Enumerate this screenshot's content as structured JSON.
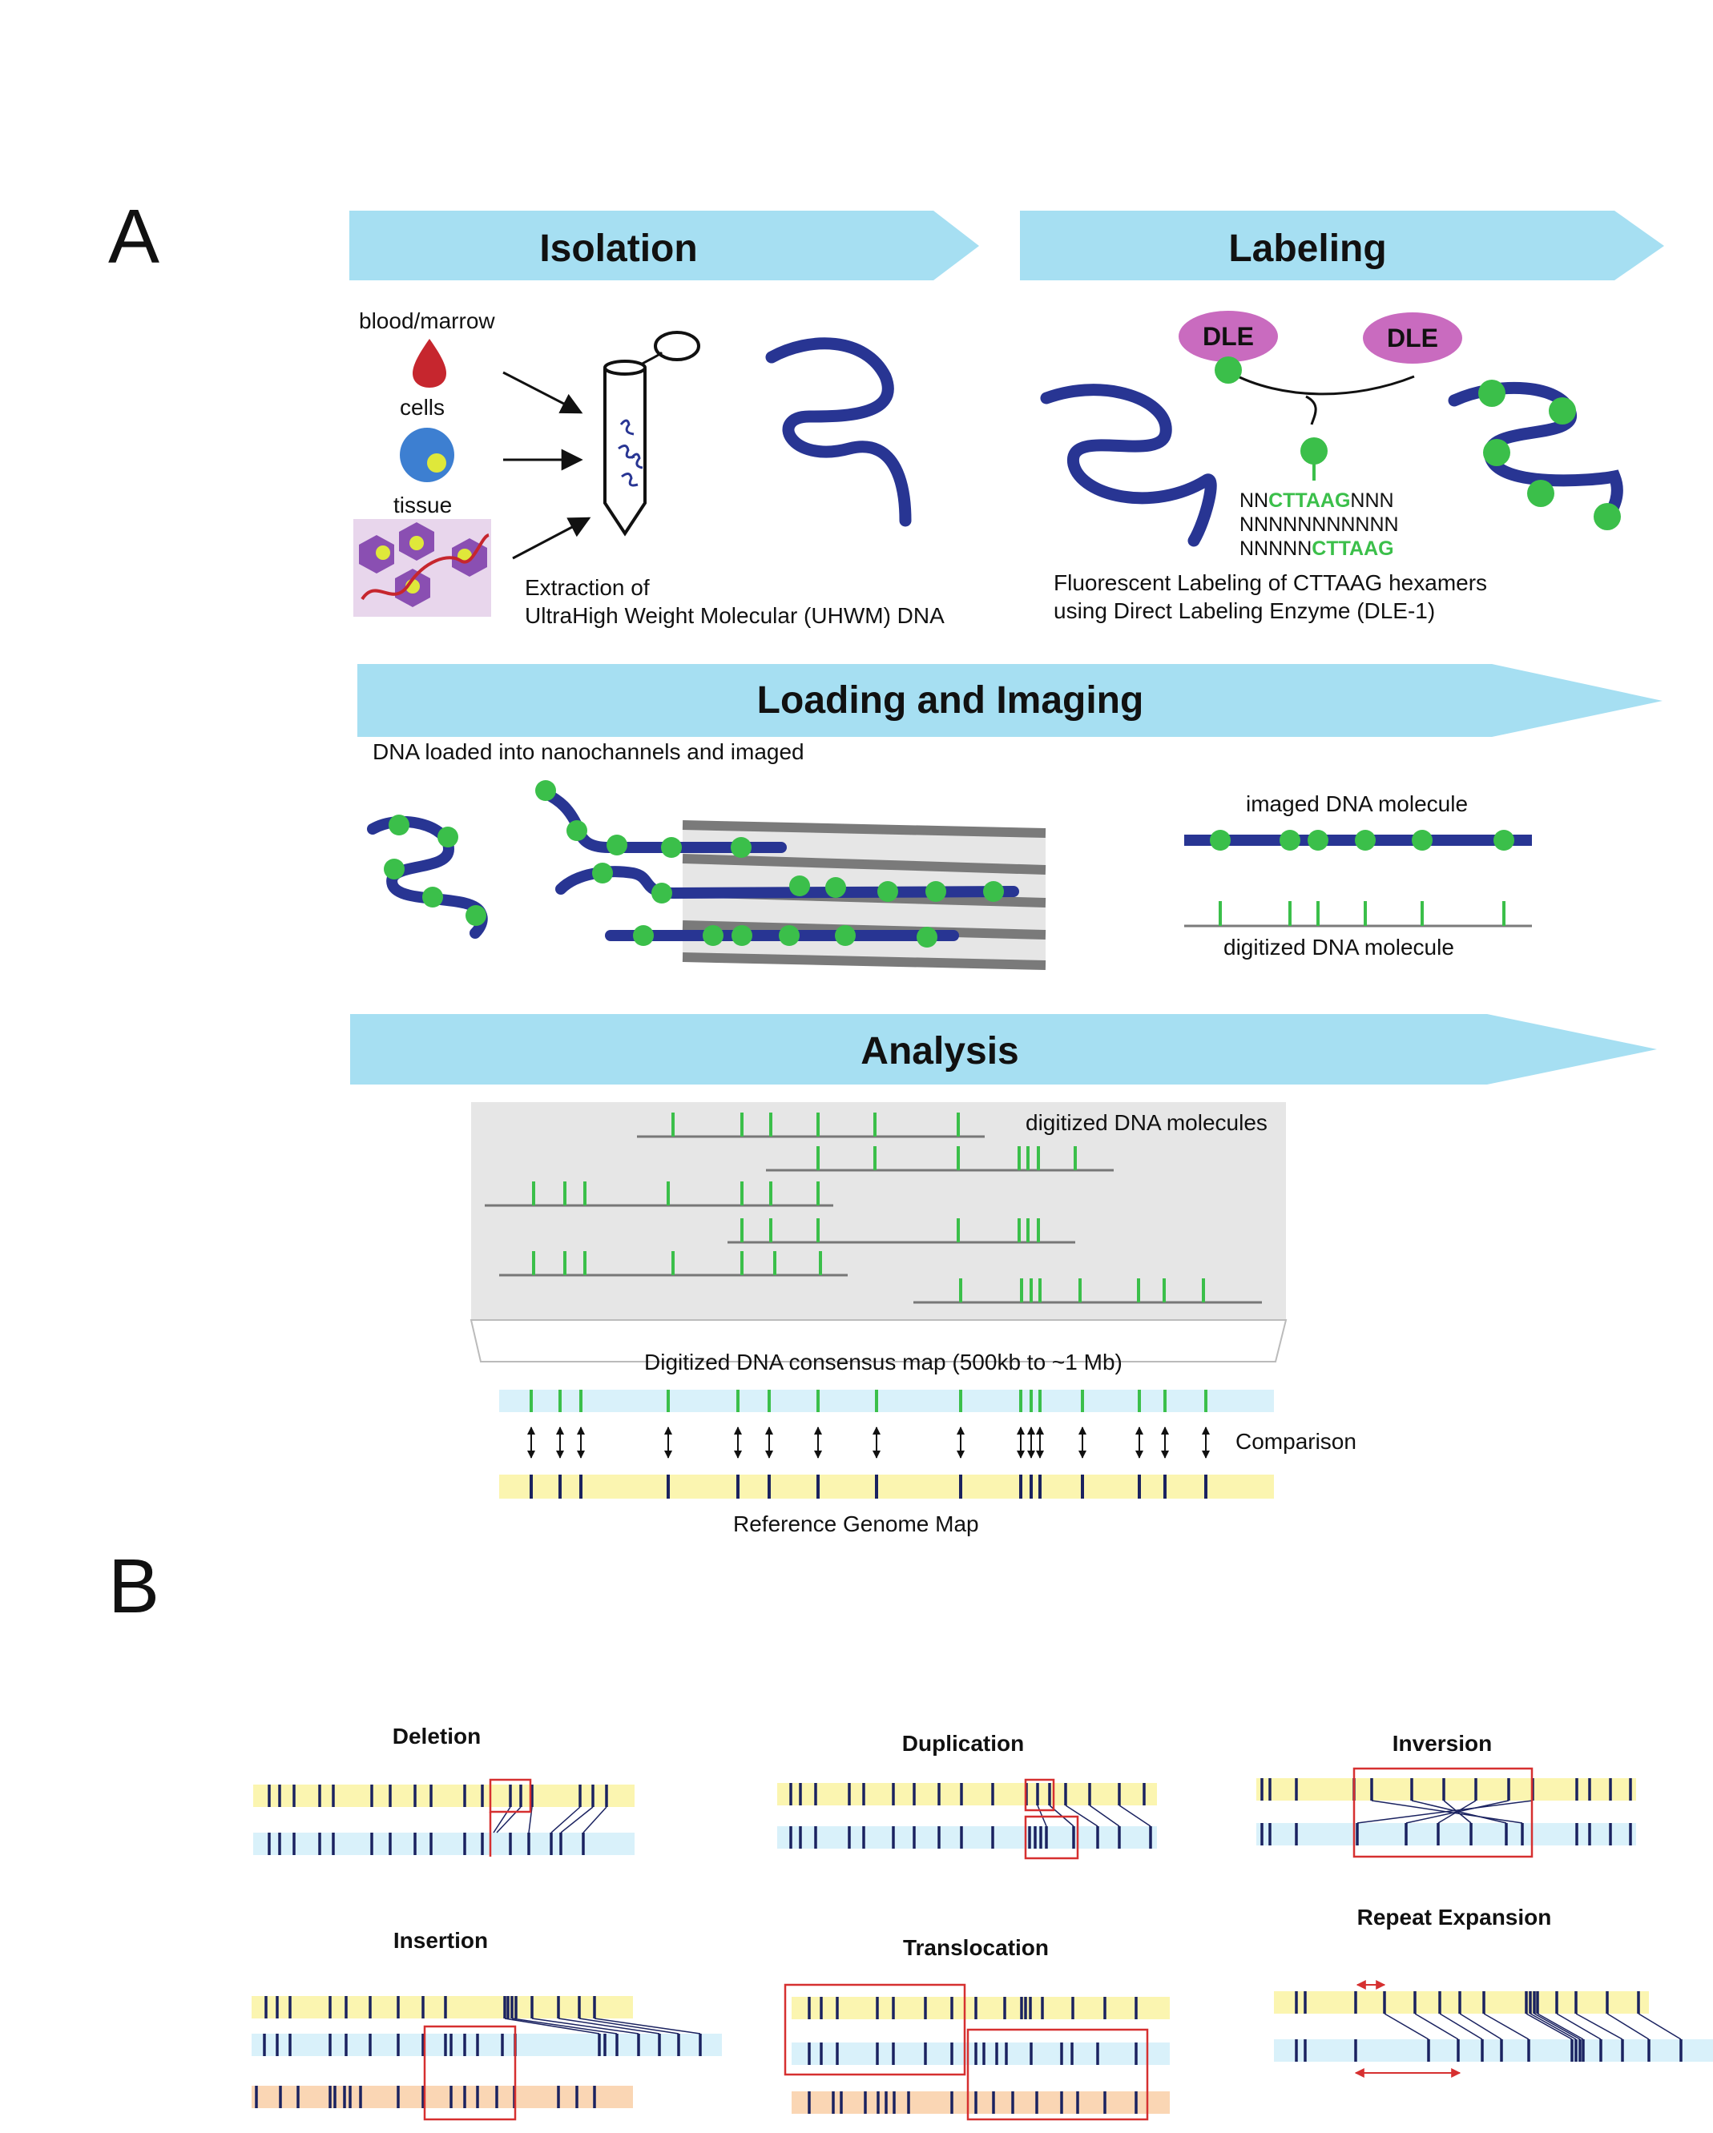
{
  "panel_a": {
    "letter": "A",
    "stages": {
      "isolation": "Isolation",
      "labeling": "Labeling",
      "loading": "Loading and Imaging",
      "analysis": "Analysis"
    },
    "isolation": {
      "sources": [
        "blood/marrow",
        "cells",
        "tissue"
      ],
      "caption_line1": "Extraction of",
      "caption_line2": "UltraHigh Weight Molecular (UHWM) DNA"
    },
    "labeling": {
      "enzyme_left": "DLE",
      "enzyme_right": "DLE",
      "seq1_pre": "NN",
      "seq1_motif": "CTTAAG",
      "seq1_post": "NNN",
      "seq2": "NNNNNNNNNNN",
      "seq3_pre": "NNNNN",
      "seq3_motif": "CTTAAG",
      "caption_line1": "Fluorescent Labeling of CTTAAG hexamers",
      "caption_line2": "using Direct Labeling Enzyme (DLE-1)"
    },
    "loading": {
      "caption": "DNA loaded into nanochannels and imaged",
      "imaged_label": "imaged DNA molecule",
      "digitized_label": "digitized DNA molecule"
    },
    "analysis": {
      "molecules_label": "digitized DNA molecules",
      "consensus_label": "Digitized DNA consensus map (500kb to ~1 Mb)",
      "comparison_label": "Comparison",
      "reference_label": "Reference Genome Map"
    }
  },
  "panel_b": {
    "letter": "B",
    "variants": [
      "Deletion",
      "Duplication",
      "Inversion",
      "Insertion",
      "Translocation",
      "Repeat Expansion"
    ]
  },
  "colors": {
    "arrow_banner": "#a6dff2",
    "dna_blue": "#283593",
    "label_green": "#3bbf4a",
    "dle_magenta": "#c96bbf",
    "reference_yellow": "#fbf5b0",
    "sample_blue": "#d9f1fa",
    "alt_orange": "#fad6b4",
    "highlight_red": "#d63030"
  }
}
